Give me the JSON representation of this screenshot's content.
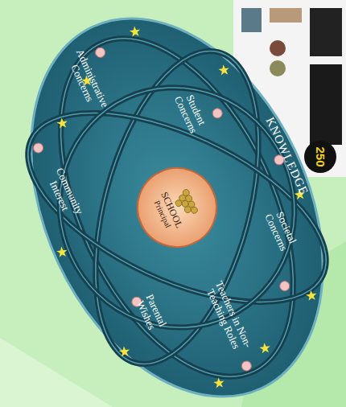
{
  "diagram": {
    "nodes": [
      {
        "text": [
          "KNOWLEDGE"
        ]
      },
      {
        "text": [
          "SCHOOL",
          "Principal"
        ],
        "in": 0
      }
    ],
    "labels": [
      "Administrative Concerns",
      "Student Concerns",
      "Societal Concerns",
      "Community Interest",
      "Parental Wishes",
      "Teachers in Non-Teaching Roles",
      "250"
    ]
  }
}
